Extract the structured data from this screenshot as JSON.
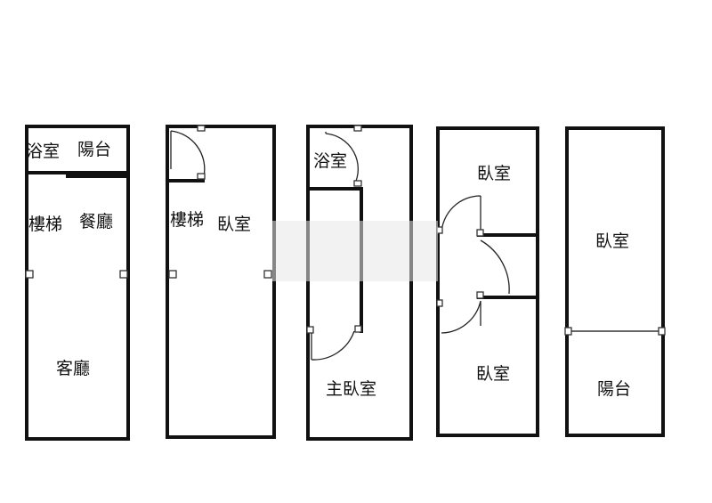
{
  "floors": [
    {
      "rooms": [
        {
          "label": "浴室"
        },
        {
          "label": "陽台"
        },
        {
          "label": "樓梯"
        },
        {
          "label": "餐廳"
        },
        {
          "label": "客廳"
        }
      ]
    },
    {
      "rooms": [
        {
          "label": "樓梯"
        },
        {
          "label": "臥室"
        }
      ]
    },
    {
      "rooms": [
        {
          "label": "浴室"
        },
        {
          "label": "主臥室"
        }
      ]
    },
    {
      "rooms": [
        {
          "label": "臥室"
        },
        {
          "label": "臥室"
        }
      ]
    },
    {
      "rooms": [
        {
          "label": "臥室"
        },
        {
          "label": "陽台"
        }
      ]
    }
  ],
  "colors": {
    "wall": "#111111",
    "door": "#222222",
    "background": "#ffffff"
  }
}
